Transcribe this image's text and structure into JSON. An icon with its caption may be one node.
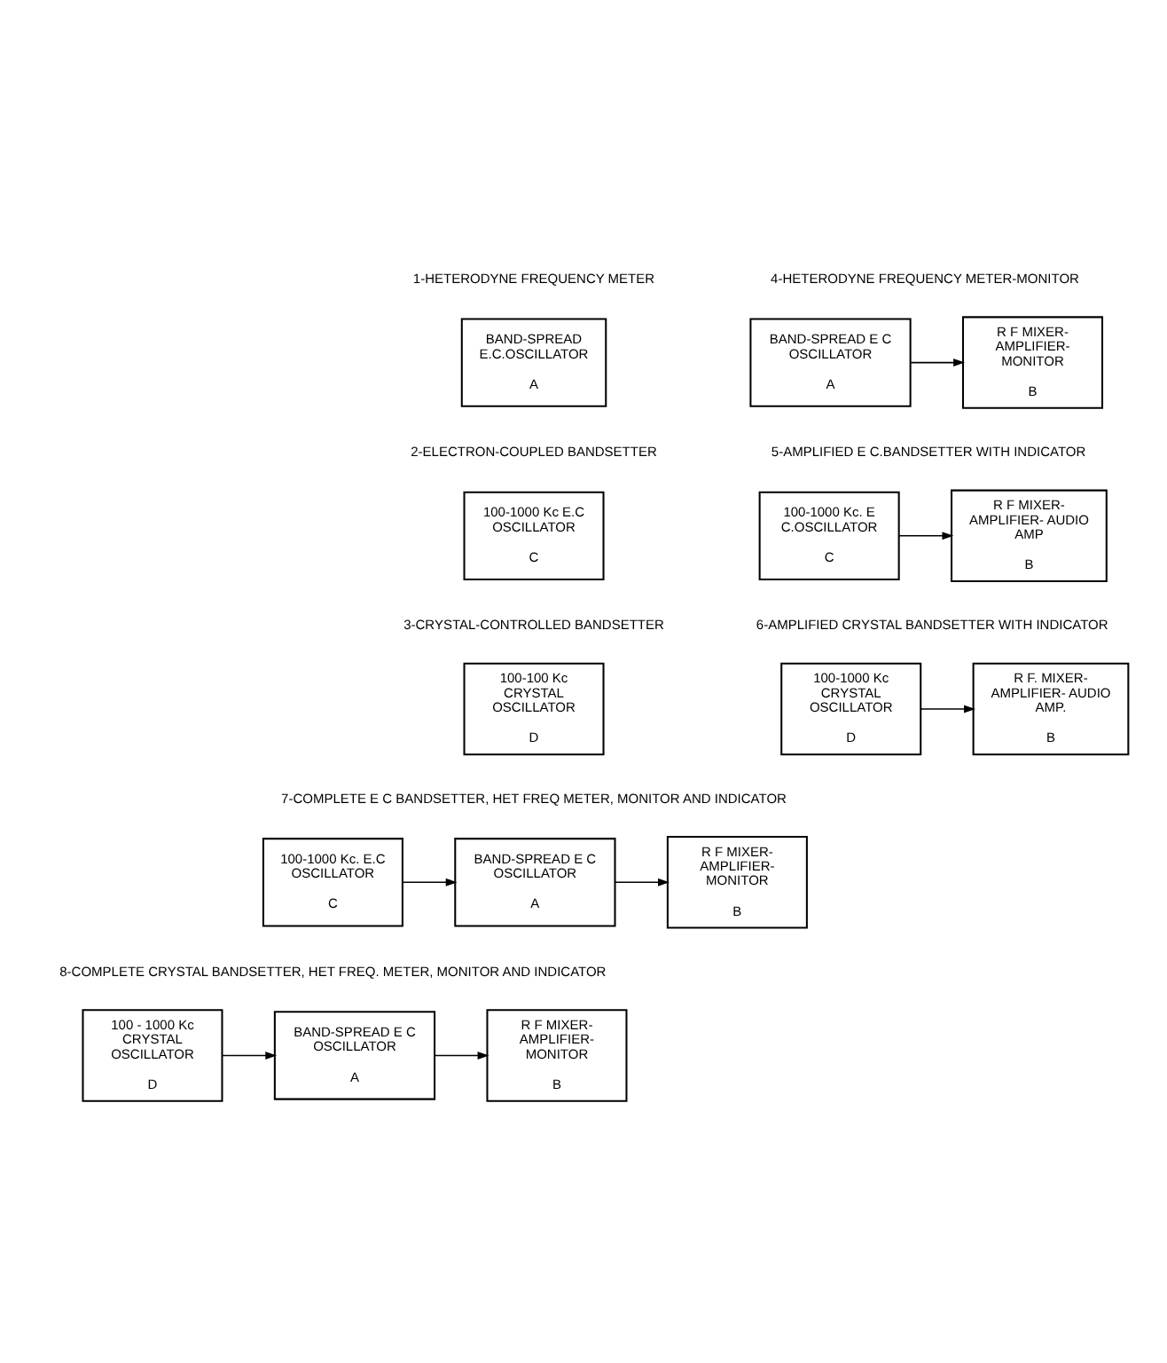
{
  "diagram": {
    "nodes": [
      {
        "text": [
          "BAND-SPREAD E.C.OSCILLATOR",
          "A"
        ]
      },
      {
        "text": [
          "BAND-SPREAD E C OSCILLATOR",
          "A"
        ]
      },
      {
        "text": [
          "R F MIXER- AMPLIFIER- MONITOR",
          "B"
        ]
      },
      {
        "text": [
          "100-1000 Kc E.C OSCILLATOR",
          "C"
        ]
      },
      {
        "text": [
          "100-1000 Kc. E C.OSCILLATOR",
          "C"
        ]
      },
      {
        "text": [
          "R F MIXER- AMPLIFIER- AUDIO AMP",
          "B"
        ]
      },
      {
        "text": [
          "100-100 Kc CRYSTAL OSCILLATOR",
          "D"
        ]
      },
      {
        "text": [
          "100-1000 Kc CRYSTAL OSCILLATOR",
          "D"
        ]
      },
      {
        "text": [
          "R F. MIXER- AMPLIFIER- AUDIO AMP.",
          "B"
        ]
      },
      {
        "text": [
          "100-1000 Kc. E.C OSCILLATOR",
          "C"
        ]
      },
      {
        "text": [
          "BAND-SPREAD E C OSCILLATOR",
          "A"
        ]
      },
      {
        "text": [
          "R F MIXER- AMPLIFIER- MONITOR",
          "B"
        ]
      },
      {
        "text": [
          "100 - 1000 Kc CRYSTAL OSCILLATOR",
          "D"
        ]
      },
      {
        "text": [
          "BAND-SPREAD E C OSCILLATOR",
          "A"
        ]
      },
      {
        "text": [
          "R F MIXER- AMPLIFIER- MONITOR",
          "B"
        ]
      }
    ],
    "edges": [
      {
        "from": 1,
        "to": 2,
        "arrow": "to"
      },
      {
        "from": 4,
        "to": 5,
        "arrow": "to"
      },
      {
        "from": 7,
        "to": 8,
        "arrow": "to"
      },
      {
        "from": 9,
        "to": 10,
        "arrow": "to"
      },
      {
        "from": 10,
        "to": 11,
        "arrow": "to"
      },
      {
        "from": 12,
        "to": 13,
        "arrow": "to"
      },
      {
        "from": 13,
        "to": 14,
        "arrow": "to"
      }
    ],
    "labels": [
      "1-HETERODYNE FREQUENCY METER",
      "4-HETERODYNE FREQUENCY METER-MONITOR",
      "2-ELECTRON-COUPLED BANDSETTER",
      "5-AMPLIFIED E C.BANDSETTER WITH INDICATOR",
      "3-CRYSTAL-CONTROLLED BANDSETTER",
      "6-AMPLIFIED CRYSTAL BANDSETTER WITH INDICATOR",
      "7-COMPLETE E C BANDSETTER, HET FREQ METER, MONITOR AND INDICATOR",
      "8-COMPLETE CRYSTAL BANDSETTER, HET FREQ. METER, MONITOR AND INDICATOR"
    ]
  }
}
